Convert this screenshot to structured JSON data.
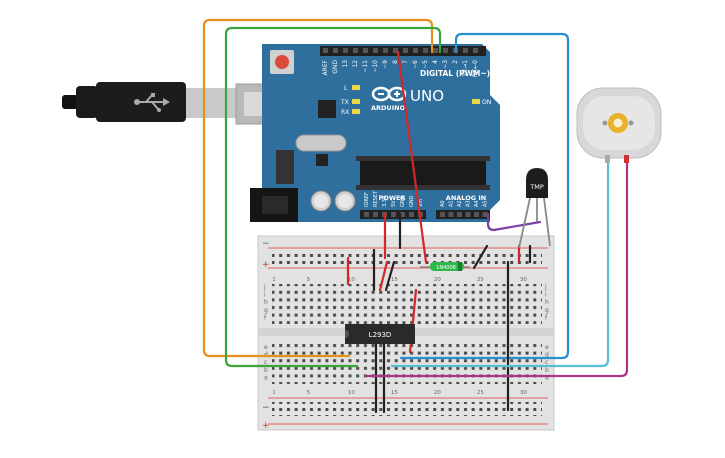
{
  "arduino": {
    "brand": "ARDUINO",
    "model": "UNO",
    "digital_header": "DIGITAL (PWM~)",
    "power_header": "POWER",
    "analog_header": "ANALOG IN",
    "led_tx": "TX",
    "led_rx": "RX",
    "led_l": "L",
    "led_on": "ON",
    "digital_pins": [
      "AREF",
      "GND",
      "13",
      "12",
      "~11",
      "~10",
      "~9",
      "8",
      "7",
      "~6",
      "~5",
      "4",
      "~3",
      "2",
      "TX→1",
      "RX←0"
    ],
    "power_pins": [
      "IOREF",
      "RESET",
      "3.3V",
      "5V",
      "GND",
      "GND",
      "Vin"
    ],
    "analog_pins": [
      "A0",
      "A1",
      "A2",
      "A3",
      "A4",
      "A5"
    ]
  },
  "sensor": {
    "label": "TMP"
  },
  "ic": {
    "label": "L293D"
  },
  "diode": {
    "label": "1N4008"
  },
  "breadboard": {
    "row_letters_top": [
      "j",
      "i",
      "h",
      "g",
      "f"
    ],
    "row_letters_bottom": [
      "e",
      "d",
      "c",
      "b",
      "a"
    ],
    "column_numbers": [
      "1",
      "5",
      "10",
      "15",
      "20",
      "25",
      "30"
    ]
  },
  "colors": {
    "wire_orange": "#e8901c",
    "wire_green": "#3aa63a",
    "wire_blue": "#2a8fd0",
    "wire_red": "#d4262a",
    "wire_black": "#222222",
    "wire_purple": "#7a3fa0",
    "wire_magenta": "#b0338a",
    "wire_cyan": "#56bfd4",
    "board": "#2e6f9e",
    "diode": "#2fb84a"
  }
}
